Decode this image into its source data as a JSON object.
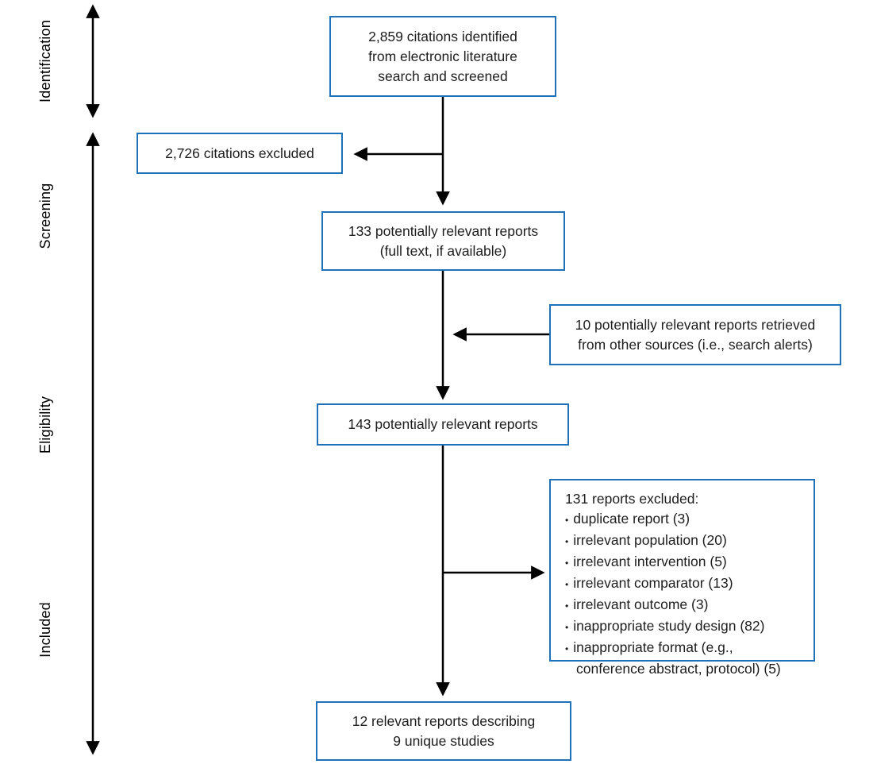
{
  "stages": [
    {
      "label": "Identification"
    },
    {
      "label": "Screening"
    },
    {
      "label": "Eligibility"
    },
    {
      "label": "Included"
    }
  ],
  "boxes": {
    "identified": {
      "text": "2,859 citations identified\nfrom electronic literature\nsearch and screened"
    },
    "citations_excluded": {
      "text": "2,726 citations excluded"
    },
    "potentially_relevant_133": {
      "text": "133 potentially relevant reports\n(full text, if available)"
    },
    "other_sources": {
      "text": "10 potentially relevant reports retrieved\nfrom other sources (i.e., search alerts)"
    },
    "potentially_relevant_143": {
      "text": "143 potentially relevant reports"
    },
    "reports_excluded": {
      "heading": "131 reports excluded:",
      "reasons": [
        "duplicate report (3)",
        "irrelevant population (20)",
        "irrelevant intervention (5)",
        "irrelevant comparator (13)",
        "irrelevant outcome (3)",
        "inappropriate study design (82)",
        "inappropriate format (e.g., conference abstract, protocol) (5)"
      ]
    },
    "included": {
      "text": "12 relevant reports describing\n9 unique studies"
    }
  },
  "colors": {
    "box_border": "#1f72b8",
    "arrow": "#000000",
    "text": "#1d1d1d"
  }
}
